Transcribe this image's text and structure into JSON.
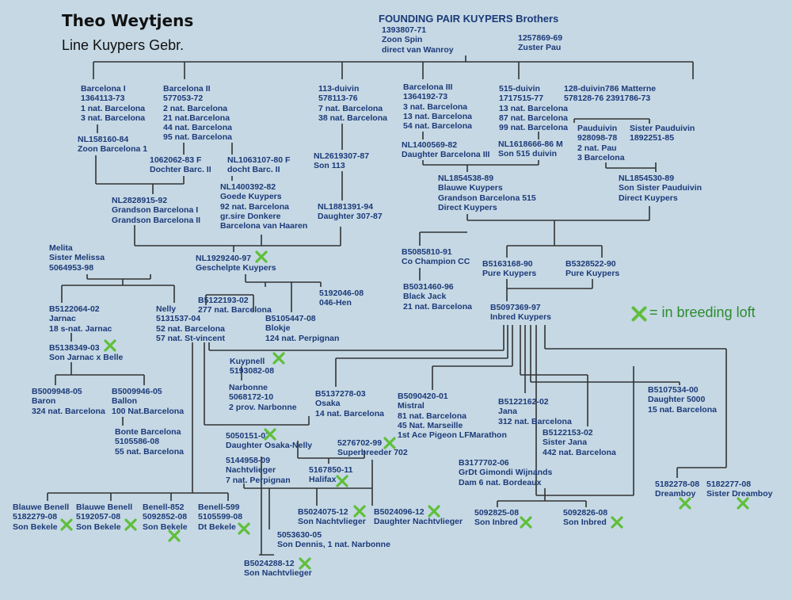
{
  "header": {
    "title": "Theo Weytjens",
    "subtitle": "Line Kuypers Gebr.",
    "founding": "FOUNDING PAIR KUYPERS Brothers"
  },
  "legend": {
    "text": "= in breeding loft",
    "icon": "green-check-mark",
    "color": "#5fbf3a"
  },
  "colors": {
    "text": "#1c3a78",
    "line": "#333333",
    "background": "#c5d8e4",
    "check": "#5fbf3a"
  },
  "nodes": [
    {
      "id": "f1",
      "lines": [
        "1393807-71",
        "Zoon Spin",
        "direct van Wanroy"
      ]
    },
    {
      "id": "f2",
      "lines": [
        "1257869-69",
        "Zuster Pau"
      ]
    },
    {
      "id": "bcn1",
      "lines": [
        "Barcelona I",
        "1364113-73",
        "1 nat. Barcelona",
        "3 nat. Barcelona"
      ]
    },
    {
      "id": "bcn2",
      "lines": [
        "Barcelona II",
        "577053-72",
        "2 nat. Barcelona",
        "21 nat.Barcelona",
        "44 nat. Barcelona",
        "95 nat. Barcelona"
      ]
    },
    {
      "id": "d113",
      "lines": [
        "113-duivin",
        "578113-76",
        "7 nat. Barcelona",
        "38 nat. Barcelona"
      ]
    },
    {
      "id": "bcn3",
      "lines": [
        "Barcelona III",
        "1364192-73",
        "3 nat. Barcelona",
        "13 nat. Barcelona",
        "54 nat. Barcelona"
      ]
    },
    {
      "id": "d515",
      "lines": [
        "515-duivin",
        "1717515-77",
        "13 nat. Barcelona",
        "87 nat. Barcelona",
        "99 nat. Barcelona"
      ]
    },
    {
      "id": "d128",
      "lines": [
        "128-duivin786  Matterne",
        "578128-76 2391786-73"
      ]
    },
    {
      "id": "nl158",
      "lines": [
        "NL158160-84",
        "Zoon Barcelona 1"
      ]
    },
    {
      "id": "d1062",
      "lines": [
        "1062062-83  F",
        "Dochter Barc. II"
      ]
    },
    {
      "id": "nl1063",
      "lines": [
        "NL1063107-80  F",
        "docht Barc. II"
      ]
    },
    {
      "id": "nl2619",
      "lines": [
        "NL2619307-87",
        "Son 113"
      ]
    },
    {
      "id": "nl1400569",
      "lines": [
        "NL1400569-82",
        "Daughter Barcelona III"
      ]
    },
    {
      "id": "nl1618",
      "lines": [
        "NL1618666-86  M",
        "Son 515 duivin"
      ]
    },
    {
      "id": "pau",
      "lines": [
        "Pauduivin",
        "928098-78",
        "2 nat. Pau",
        "3 Barcelona"
      ]
    },
    {
      "id": "spau",
      "lines": [
        "Sister Pauduivin",
        "1892251-85"
      ]
    },
    {
      "id": "nl1854538",
      "lines": [
        "NL1854538-89",
        "Blauwe Kuypers",
        "Grandson Barcelona 515",
        "Direct Kuypers"
      ]
    },
    {
      "id": "nl1854530",
      "lines": [
        "NL1854530-89",
        "Son Sister Pauduivin",
        "Direct Kuypers"
      ]
    },
    {
      "id": "nl1400392",
      "lines": [
        "NL1400392-82",
        "Goede Kuypers",
        "92 nat. Barcelona",
        "gr.sire Donkere",
        "Barcelona van Haaren"
      ]
    },
    {
      "id": "nl2828",
      "lines": [
        "NL2828915-92",
        "Grandson Barcelona I",
        "Grandson Barcelona II"
      ]
    },
    {
      "id": "nl1881",
      "lines": [
        "NL1881391-94",
        "Daughter 307-87"
      ]
    },
    {
      "id": "melita",
      "lines": [
        "Melita",
        "Sister Melissa",
        "5064953-98"
      ]
    },
    {
      "id": "nl1929",
      "lines": [
        "NL1929240-97",
        "Geschelpte Kuypers"
      ]
    },
    {
      "id": "b5085",
      "lines": [
        "B5085810-91",
        "Co Champion CC"
      ]
    },
    {
      "id": "b5163",
      "lines": [
        "B5163168-90",
        "Pure Kuypers"
      ]
    },
    {
      "id": "b5328",
      "lines": [
        "B5328522-90",
        "Pure Kuypers"
      ]
    },
    {
      "id": "b5031",
      "lines": [
        "B5031460-96",
        "Black Jack",
        "21 nat. Barcelona"
      ]
    },
    {
      "id": "hen",
      "lines": [
        "5192046-08",
        "046-Hen"
      ]
    },
    {
      "id": "b5122064",
      "lines": [
        "B5122064-02",
        "Jarnac",
        "18 s-nat. Jarnac"
      ]
    },
    {
      "id": "nelly",
      "lines": [
        "Nelly",
        "5131537-04",
        "52 nat. Barcelona",
        "57 nat. St-vincent"
      ]
    },
    {
      "id": "b5122193",
      "lines": [
        "B5122193-02",
        "277 nat. Barcelona"
      ]
    },
    {
      "id": "blokje",
      "lines": [
        "B5105447-08",
        "Blokje",
        "124 nat. Perpignan"
      ]
    },
    {
      "id": "b5097",
      "lines": [
        "B5097369-97",
        "Inbred Kuypers"
      ]
    },
    {
      "id": "b5138",
      "lines": [
        "B5138349-03",
        "Son Jarnac x Belle"
      ]
    },
    {
      "id": "kuypnell",
      "lines": [
        "Kuypnell",
        "5193082-08"
      ]
    },
    {
      "id": "narbonne",
      "lines": [
        "Narbonne",
        "5068172-10",
        "2 prov. Narbonne"
      ]
    },
    {
      "id": "baron",
      "lines": [
        "B5009948-05",
        "Baron",
        "324 nat. Barcelona"
      ]
    },
    {
      "id": "ballon",
      "lines": [
        "B5009946-05",
        "Ballon",
        "100 Nat.Barcelona"
      ]
    },
    {
      "id": "bonte",
      "lines": [
        "Bonte Barcelona",
        "5105586-08",
        "55 nat. Barcelona"
      ]
    },
    {
      "id": "osaka",
      "lines": [
        "B5137278-03",
        "Osaka",
        "14 nat. Barcelona"
      ]
    },
    {
      "id": "mistral",
      "lines": [
        "B5090420-01",
        "Mistral",
        "81 nat. Barcelona",
        "45 Nat. Marseille",
        "1st Ace Pigeon LFMarathon"
      ]
    },
    {
      "id": "jana",
      "lines": [
        "B5122162-02",
        "Jana",
        "312 nat. Barcelona"
      ]
    },
    {
      "id": "sjana",
      "lines": [
        "B5122153-02",
        "Sister Jana",
        "442 nat. Barcelona"
      ]
    },
    {
      "id": "d5000",
      "lines": [
        "B5107534-00",
        "Daughter 5000",
        "15 nat. Barcelona"
      ]
    },
    {
      "id": "osakanelly",
      "lines": [
        "5050151-07",
        "Daughter Osaka-Nelly"
      ]
    },
    {
      "id": "superbreeder",
      "lines": [
        "5276702-99",
        "Superbreeder 702"
      ]
    },
    {
      "id": "nachtvlieger",
      "lines": [
        "5144958-09",
        "Nachtvlieger",
        "7 nat. Perpignan"
      ]
    },
    {
      "id": "halifax",
      "lines": [
        "5167850-11",
        "Halifax"
      ]
    },
    {
      "id": "gimondi",
      "lines": [
        "B3177702-06",
        "GrDt Gimondi Wijnands",
        "Dam 6 nat. Bordeaux"
      ]
    },
    {
      "id": "dream1",
      "lines": [
        "5182278-08",
        "Dreamboy"
      ]
    },
    {
      "id": "dream2",
      "lines": [
        "5182277-08",
        "Sister Dreamboy"
      ]
    },
    {
      "id": "benell1",
      "lines": [
        "Blauwe Benell",
        "5182279-08",
        "Son Bekele"
      ]
    },
    {
      "id": "benell2",
      "lines": [
        "Blauwe Benell",
        "5192057-08",
        "Son Bekele"
      ]
    },
    {
      "id": "benell852",
      "lines": [
        "Benell-852",
        "5092852-08",
        "Son Bekele"
      ]
    },
    {
      "id": "benell599",
      "lines": [
        "Benell-599",
        "5105599-08",
        "Dt Bekele"
      ]
    },
    {
      "id": "b5024075",
      "lines": [
        "B5024075-12",
        "Son Nachtvlieger"
      ]
    },
    {
      "id": "b5024096",
      "lines": [
        "B5024096-12",
        "Daughter Nachtvlieger"
      ]
    },
    {
      "id": "inbred825",
      "lines": [
        "5092825-08",
        "Son Inbred"
      ]
    },
    {
      "id": "inbred826",
      "lines": [
        "5092826-08",
        "Son Inbred"
      ]
    },
    {
      "id": "dennis",
      "lines": [
        "5053630-05",
        "Son Dennis, 1 nat. Narbonne"
      ]
    },
    {
      "id": "b5024288",
      "lines": [
        "B5024288-12",
        "Son Nachtvlieger"
      ]
    }
  ]
}
